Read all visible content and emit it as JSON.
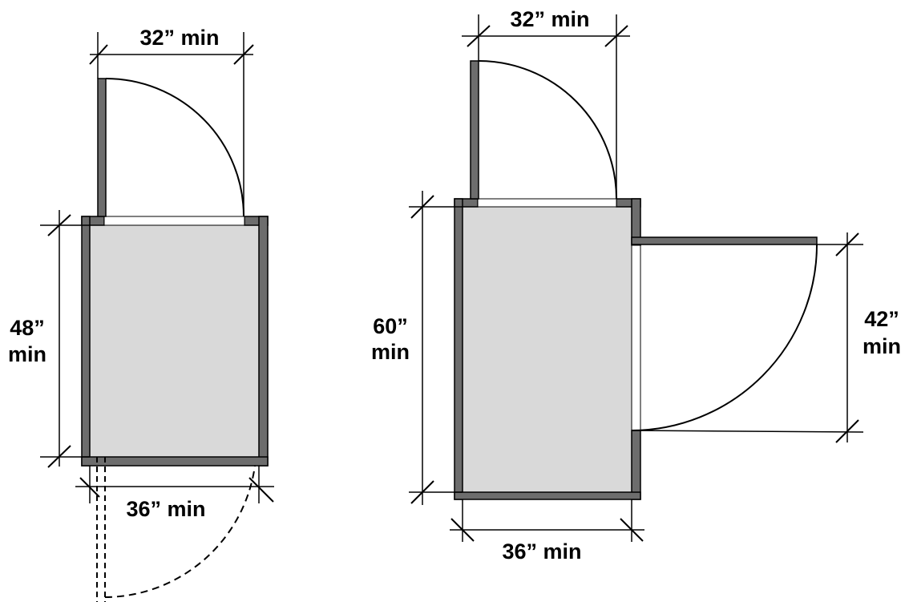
{
  "diagrams": [
    {
      "name": "vestibule-in-series",
      "labels": {
        "door_width": "32” min",
        "depth_line1": "48”",
        "depth_line2": "min",
        "width": "36” min"
      }
    },
    {
      "name": "vestibule-90-degree-turn",
      "labels": {
        "door_width": "32” min",
        "depth_line1": "60”",
        "depth_line2": "min",
        "width": "36” min",
        "side_door_line1": "42”",
        "side_door_line2": "min"
      }
    }
  ],
  "colors": {
    "wall": "#6d6d6d",
    "floor": "#d9d9d9",
    "line": "#000000",
    "background": "#ffffff"
  }
}
